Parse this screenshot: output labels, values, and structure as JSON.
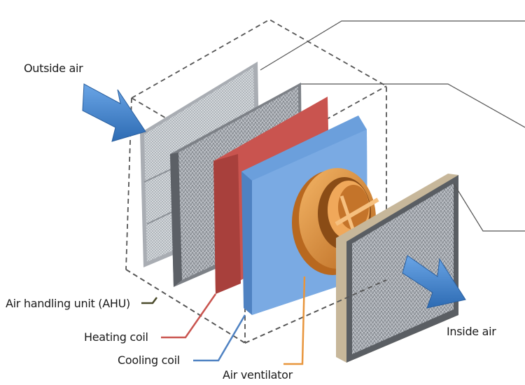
{
  "labels": {
    "outside_air": "Outside air",
    "ahu": "Air handling unit (AHU)",
    "heating_coil": "Heating coil",
    "cooling_coil": "Cooling coil",
    "air_ventilator": "Air ventilator",
    "inside_air": "Inside air"
  },
  "colors": {
    "heating": "#c9544f",
    "cooling": "#5a8fcf",
    "ventilator": "#e8953c",
    "arrow": "#3f7fc6",
    "box_outline": "#555555"
  }
}
